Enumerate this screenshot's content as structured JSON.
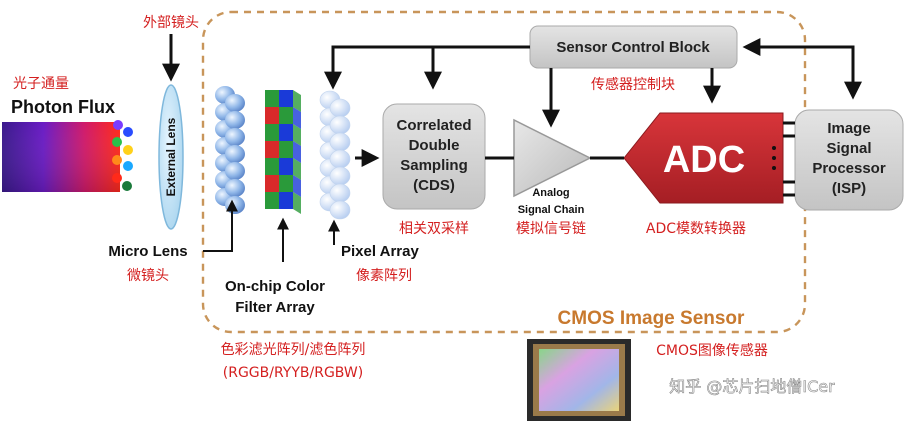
{
  "labels": {
    "external_lens_cn": "外部镜头",
    "external_lens": "External Lens",
    "photon_flux_cn": "光子通量",
    "photon_flux": "Photon Flux",
    "micro_lens": "Micro Lens",
    "micro_lens_cn": "微镜头",
    "cfa_line1": "On-chip Color",
    "cfa_line2": "Filter Array",
    "cfa_cn": "色彩滤光阵列/滤色阵列",
    "cfa_patterns": "(RGGB/RYYB/RGBW)",
    "pixel_array": "Pixel Array",
    "pixel_array_cn": "像素阵列",
    "cds_line1": "Correlated",
    "cds_line2": "Double",
    "cds_line3": "Sampling",
    "cds_line4": "(CDS)",
    "cds_cn": "相关双采样",
    "analog_line1": "Analog",
    "analog_line2": "Signal Chain",
    "analog_cn": "模拟信号链",
    "adc": "ADC",
    "adc_cn": "ADC模数转换器",
    "scb": "Sensor Control Block",
    "scb_cn": "传感器控制块",
    "isp_line1": "Image",
    "isp_line2": "Signal",
    "isp_line3": "Processor",
    "isp_line4": "(ISP)",
    "cmos_title": "CMOS Image Sensor",
    "cmos_cn": "CMOS图像传感器",
    "watermark": "知乎 @芯片扫地僧ICer"
  },
  "colors": {
    "sensor_border": "#c8955a",
    "cmos_title": "#c8792e",
    "red_text": "#d42020",
    "adc_fill": "#c0272d",
    "box_fill": "#d6d6d6"
  }
}
